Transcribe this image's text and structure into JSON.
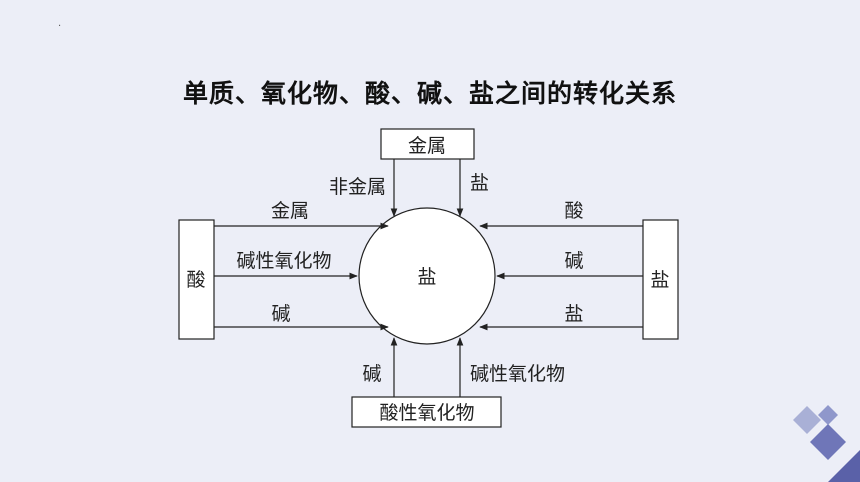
{
  "slide": {
    "marker": ".",
    "title": "单质、氧化物、酸、碱、盐之间的转化关系"
  },
  "diagram": {
    "center": "盐",
    "boxes": {
      "top": "金属",
      "left": "酸",
      "right": "盐",
      "bottom": "酸性氧化物"
    },
    "arrow_labels": {
      "top_left": "非金属",
      "top_right": "盐",
      "left_1": "金属",
      "left_2": "碱性氧化物",
      "left_3": "碱",
      "right_1": "酸",
      "right_2": "碱",
      "right_3": "盐",
      "bottom_left": "碱",
      "bottom_right": "碱性氧化物"
    }
  },
  "colors": {
    "background": "#eceef7",
    "line": "#222222",
    "deco_light": "#a9b0d6",
    "deco_dark": "#5a61a8"
  }
}
